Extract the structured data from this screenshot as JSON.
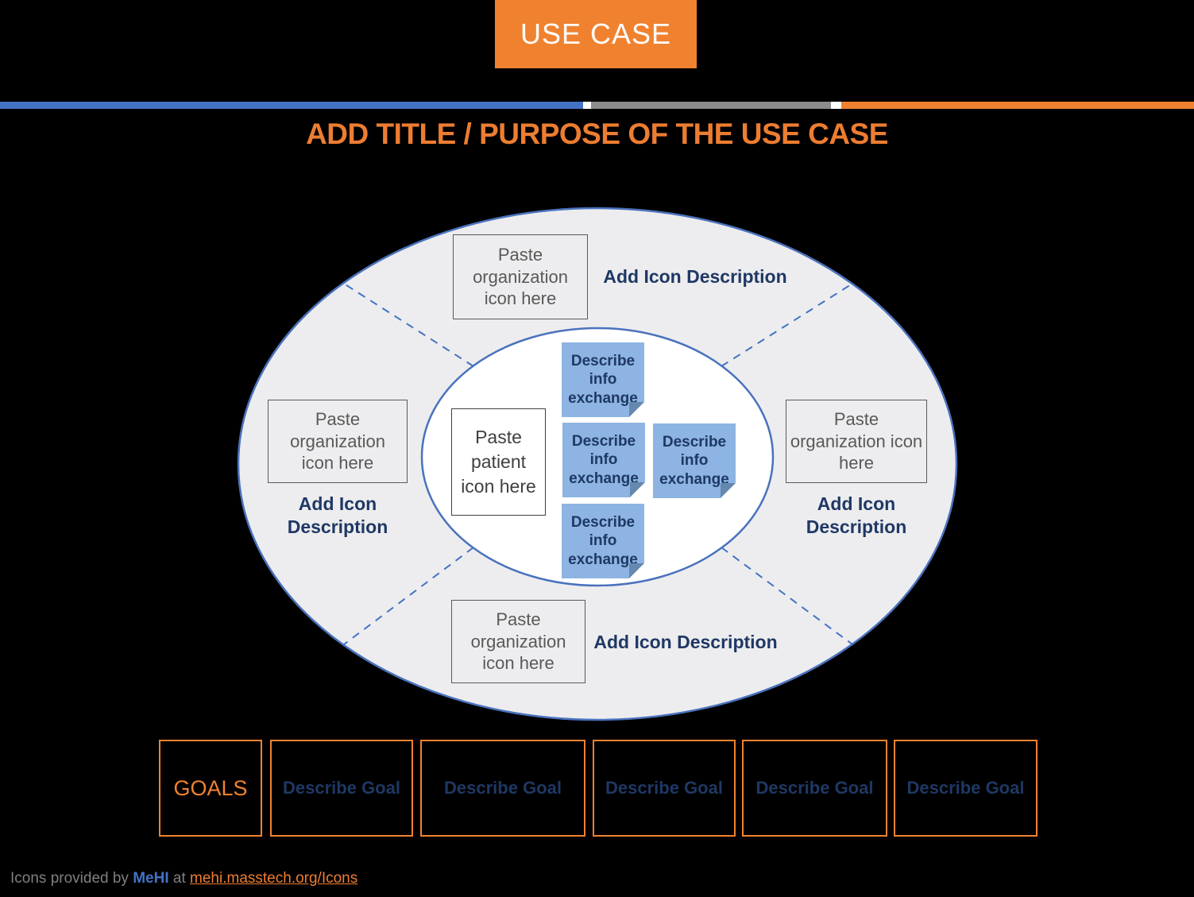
{
  "colors": {
    "orange": "#F0822F",
    "orange-deep": "#ED7D31",
    "navy": "#1F3864",
    "line-blue": "#4472C4",
    "bar-gray": "#8C8C8C",
    "ellipse-fill": "#EDEDEF",
    "gray-text": "#595959",
    "note-blue": "#8DB4E2",
    "note-fold": "#6488AE",
    "footer-gray": "#7F7F7F"
  },
  "header": {
    "badge": "USE CASE",
    "title": "ADD TITLE / PURPOSE OF THE USE CASE"
  },
  "diagram": {
    "patient_placeholder": "Paste patient icon here",
    "org_placeholders": [
      "Paste organization icon here",
      "Paste organization icon here",
      "Paste organization icon here",
      "Paste organization icon here"
    ],
    "icon_descriptions": [
      "Add Icon Description",
      "Add Icon Description",
      "Add Icon Description",
      "Add Icon Description"
    ],
    "info_notes": [
      "Describe info exchange",
      "Describe info exchange",
      "Describe info exchange",
      "Describe info exchange"
    ]
  },
  "goals": {
    "label": "GOALS",
    "items": [
      "Describe Goal",
      "Describe Goal",
      "Describe Goal",
      "Describe Goal",
      "Describe Goal"
    ]
  },
  "footer": {
    "prefix": "Icons provided by",
    "brand": "MeHI",
    "connector": "at",
    "link": "mehi.masstech.org/Icons"
  }
}
